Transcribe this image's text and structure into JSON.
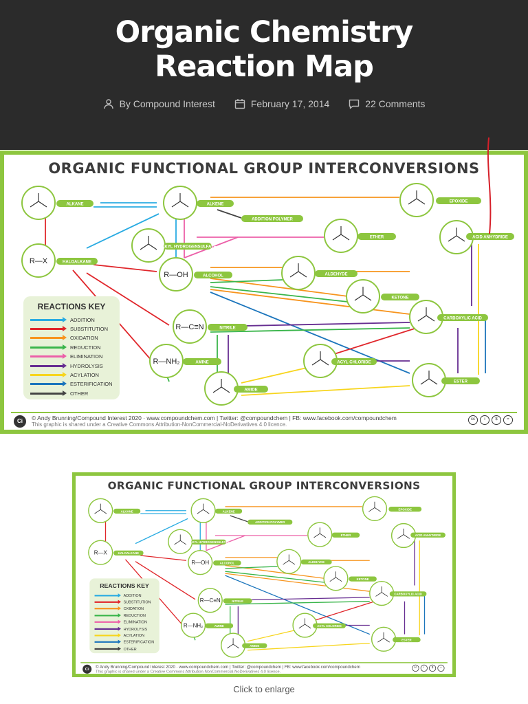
{
  "article": {
    "title": "Organic Chemistry Reaction Map",
    "author": "By Compound Interest",
    "date": "February 17, 2014",
    "comments": "22 Comments",
    "caption": "Click to enlarge"
  },
  "poster": {
    "title": "ORGANIC FUNCTIONAL GROUP INTERCONVERSIONS",
    "groups": {
      "alkane": "ALKANE",
      "alkene": "ALKENE",
      "epoxide": "EPOXIDE",
      "addition_polymer": "ADDITION POLYMER",
      "alkyl_hydrogensulfate": "ALKYL HYDROGENSULFATE",
      "ether": "ETHER",
      "acid_anhydride": "ACID ANHYDRIDE",
      "haloalkane": "HALOALKANE",
      "alcohol": "ALCOHOL",
      "aldehyde": "ALDEHYDE",
      "ketone": "KETONE",
      "carboxylic_acid": "CARBOXYLIC ACID",
      "nitrile": "NITRILE",
      "amine": "AMINE",
      "acyl_chloride": "ACYL CHLORIDE",
      "amide": "AMIDE",
      "ester": "ESTER"
    },
    "formulas": {
      "rx": "R—X",
      "roh": "R—OH",
      "rcn": "R—C≡N",
      "rnh2": "R—NH₂"
    },
    "key": {
      "title": "REACTIONS KEY",
      "items": [
        {
          "label": "ADDITION",
          "color": "#29abe2"
        },
        {
          "label": "SUBSTITUTION",
          "color": "#e0262b"
        },
        {
          "label": "OXIDATION",
          "color": "#f7941d"
        },
        {
          "label": "REDUCTION",
          "color": "#39b54a"
        },
        {
          "label": "ELIMINATION",
          "color": "#ec5fa8"
        },
        {
          "label": "HYDROLYSIS",
          "color": "#662d91"
        },
        {
          "label": "ACYLATION",
          "color": "#f7d51d"
        },
        {
          "label": "ESTERIFICATION",
          "color": "#1b75bc"
        },
        {
          "label": "OTHER",
          "color": "#444444"
        }
      ]
    },
    "footer": {
      "credit": "© Andy Brunning/Compound Interest 2020 · www.compoundchem.com | Twitter: @compoundchem | FB: www.facebook.com/compoundchem",
      "license": "This graphic is shared under a Creative Commons Attribution-NonCommercial-NoDerivatives 4.0 licence."
    }
  },
  "colors": {
    "accent_green": "#8dc63f",
    "hero_bg": "#2b2b2b"
  }
}
